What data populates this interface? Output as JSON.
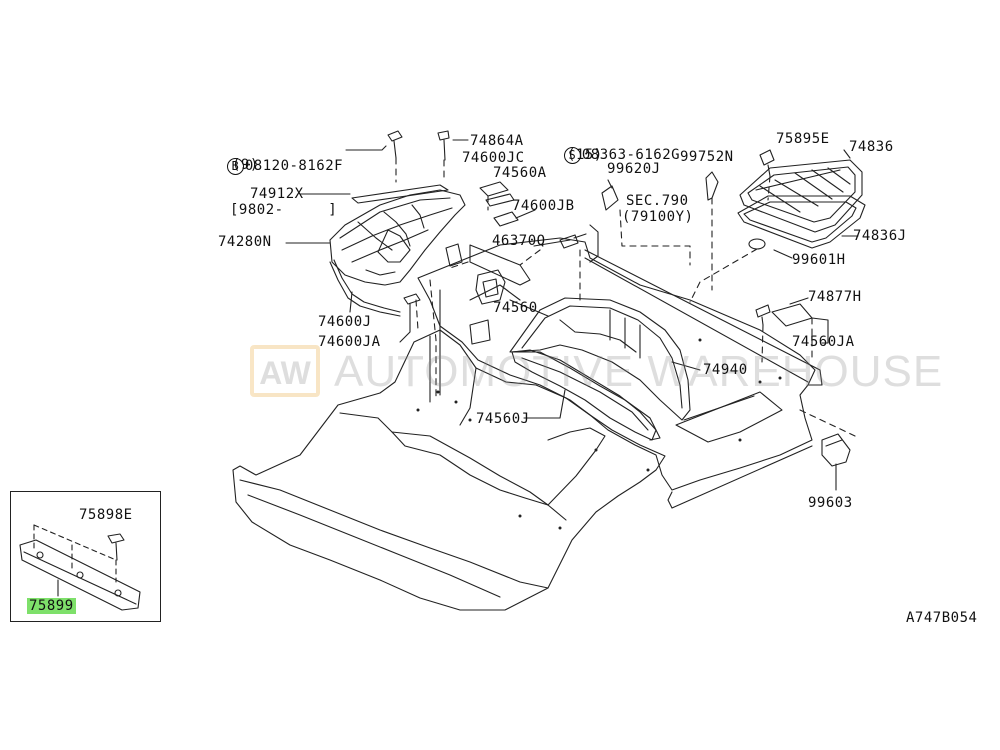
{
  "diagram_code": "A747B054",
  "watermark": {
    "badge": "AW",
    "text": "AUTOMOTIVE WAREHOUSE"
  },
  "callouts": {
    "p08120": {
      "circle": "B",
      "code": "08120-8162F",
      "qty": "(9)"
    },
    "p74864A": "74864A",
    "p74600JC": "74600JC",
    "p74560A": "74560A",
    "p08363": {
      "circle": "S",
      "code": "08363-6162G",
      "qty": "(15)"
    },
    "p99620J": "99620J",
    "p99752N": "99752N",
    "p75895E": "75895E",
    "p74836": "74836",
    "p74912X": "74912X",
    "p9802": "[9802-     ]",
    "p74280N": "74280N",
    "p74600JB": "74600JB",
    "p46370Q": "46370Q",
    "sec790": "SEC.790",
    "p79100Y": "(79100Y)",
    "p74836J": "74836J",
    "p99601H": "99601H",
    "p74877H": "74877H",
    "p74560JA": "74560JA",
    "p74600J": "74600J",
    "p74600JA": "74600JA",
    "p74560": "74560",
    "p74940": "74940",
    "p74560J": "74560J",
    "p99603": "99603",
    "p75898E": "75898E",
    "p75899": "75899"
  }
}
